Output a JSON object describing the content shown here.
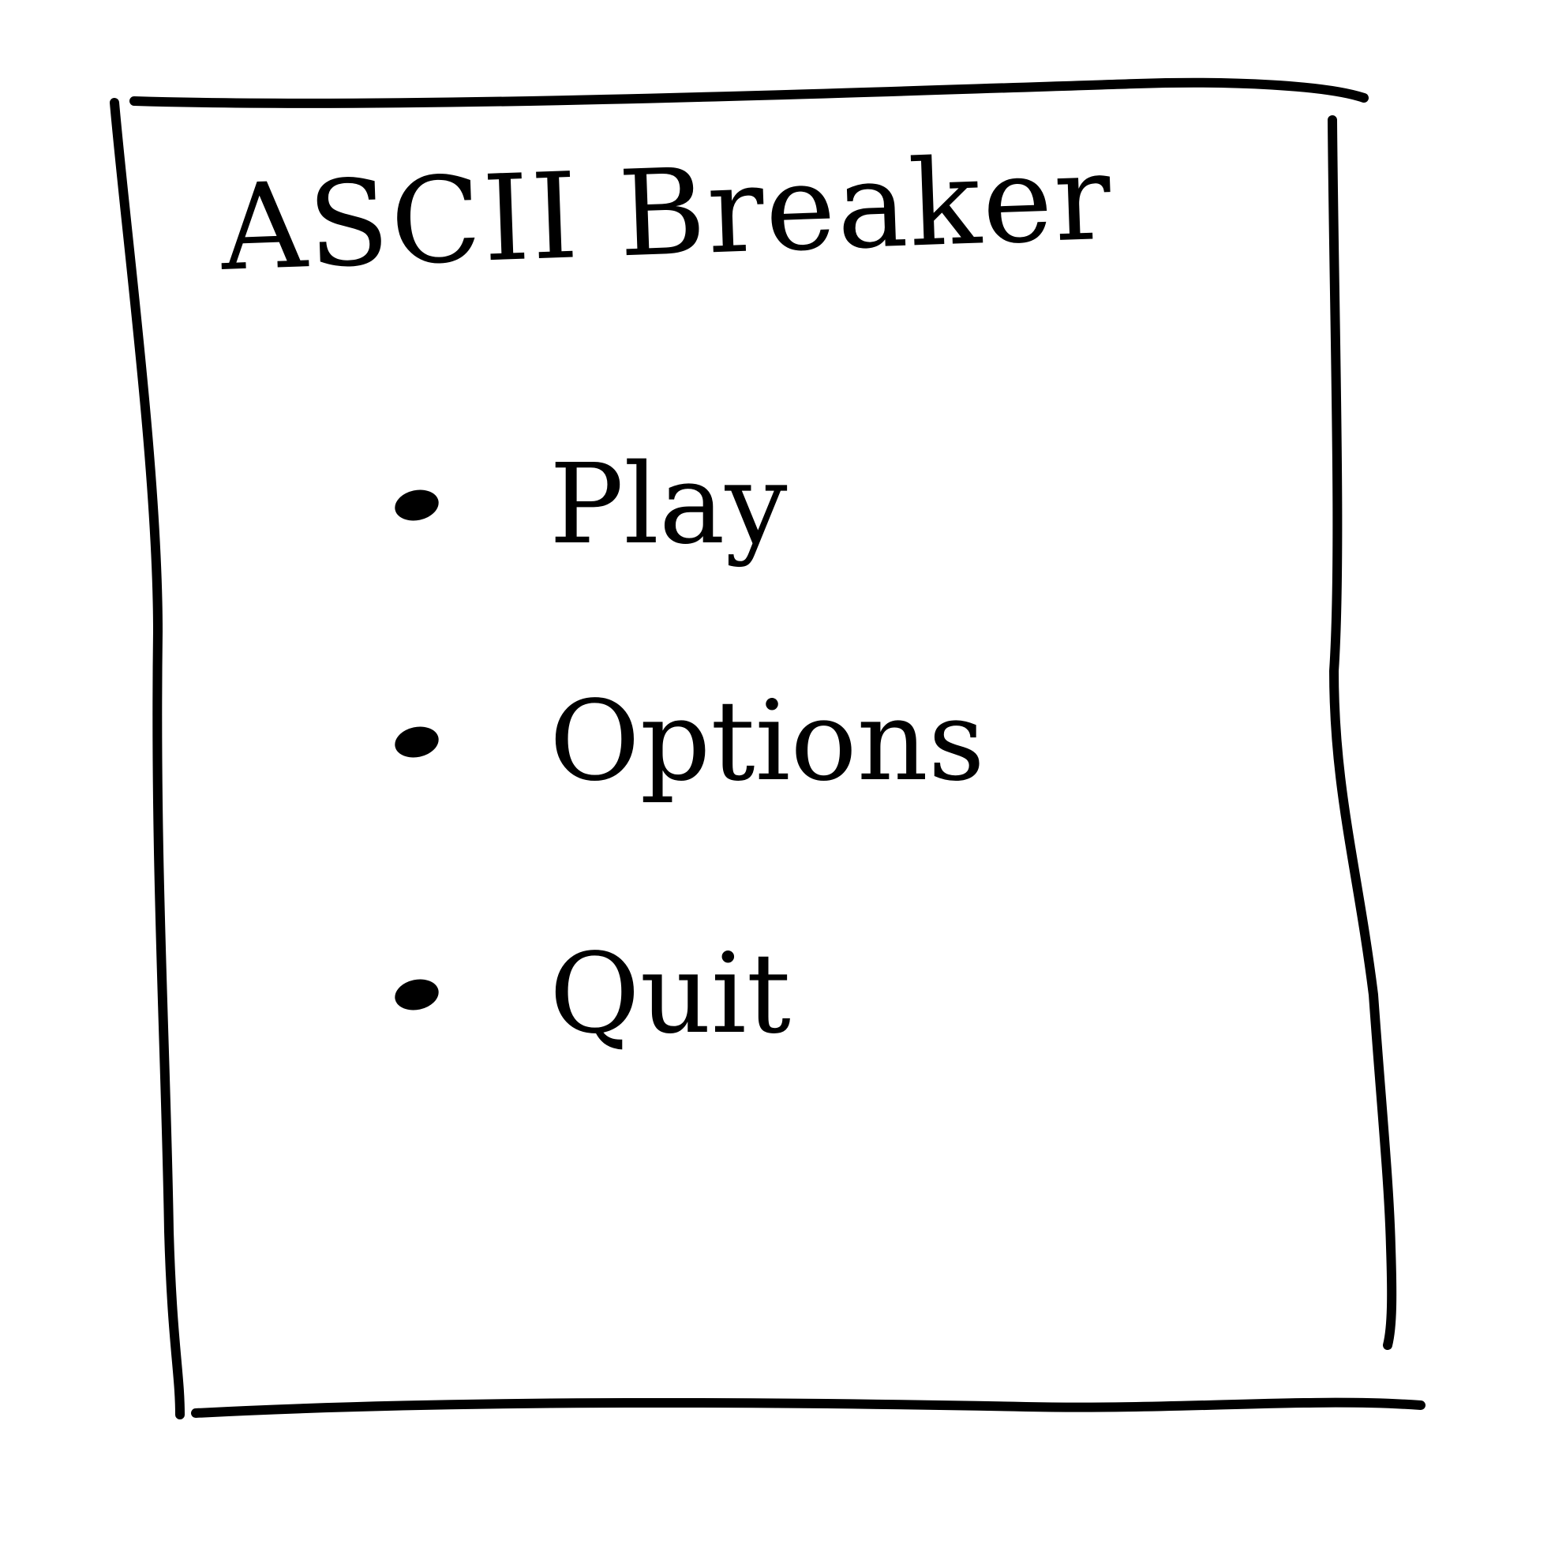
{
  "title": "ASCII Breaker",
  "menu": {
    "items": [
      {
        "label": "Play"
      },
      {
        "label": "Options"
      },
      {
        "label": "Quit"
      }
    ]
  },
  "colors": {
    "ink": "#000000",
    "paper": "#ffffff"
  }
}
